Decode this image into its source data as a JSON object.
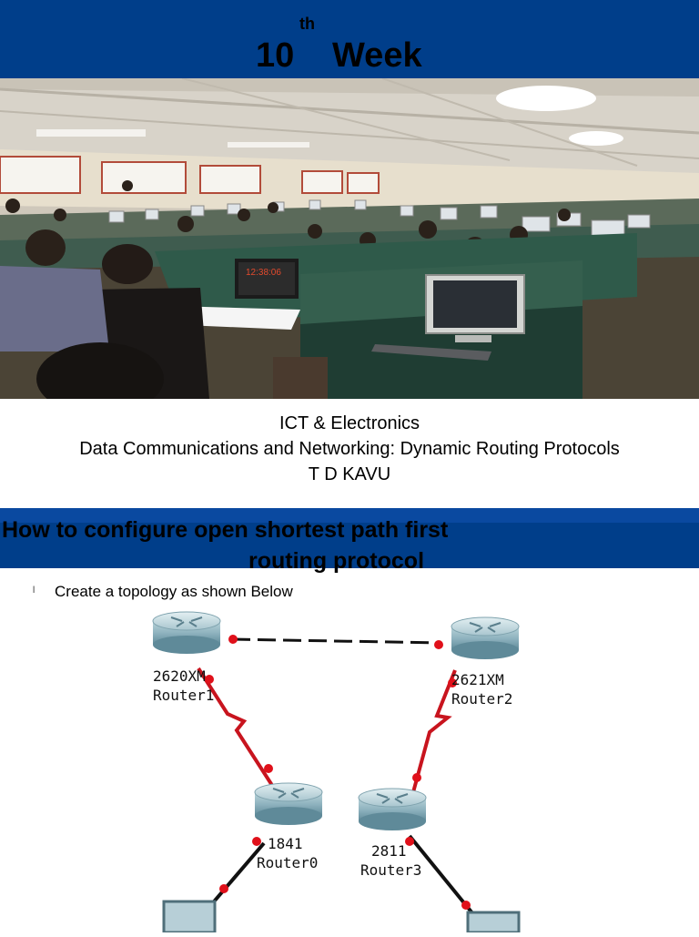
{
  "header": {
    "superscript": "th",
    "week_number": "10",
    "week_word": "Week"
  },
  "photo": {
    "screen_text": "12:38:06"
  },
  "subtitle": {
    "line1": "ICT & Electronics",
    "line2": "Data Communications and Networking: Dynamic Routing Protocols",
    "line3": "T D KAVU"
  },
  "section": {
    "title_line1": "How to configure open shortest path first",
    "title_line2": "routing protocol",
    "bullet_mark": "l",
    "bullet_text": "Create a topology as shown Below"
  },
  "topology": {
    "routers": [
      {
        "model": "2620XM",
        "name": "Router1"
      },
      {
        "model": "2621XM",
        "name": "Router2"
      },
      {
        "model": "1841",
        "name": "Router0"
      },
      {
        "model": "2811",
        "name": "Router3"
      }
    ]
  },
  "colors": {
    "banner": "#003e8a",
    "link_serial": "#c8141e",
    "port_dot": "#e0101a"
  }
}
